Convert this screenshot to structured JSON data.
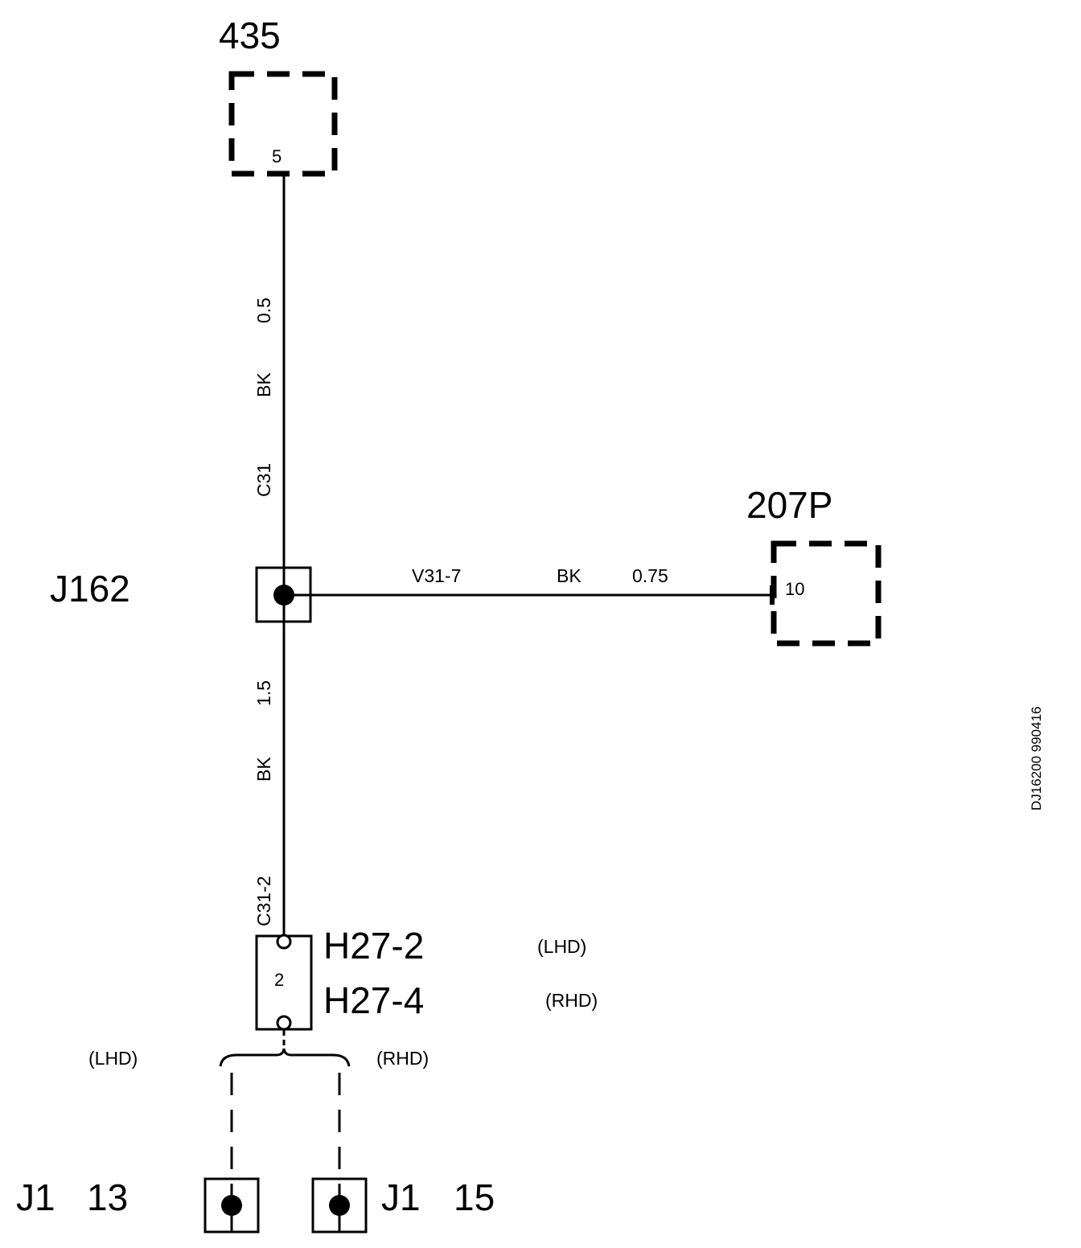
{
  "components": {
    "c435": {
      "label": "435",
      "pin": "5"
    },
    "c207p": {
      "label": "207P",
      "pin": "10"
    },
    "j162": {
      "label": "J162"
    },
    "h27": {
      "label_a": "H27-2",
      "label_b": "H27-4",
      "pin": "2",
      "tag_a": "(LHD)",
      "tag_b": "(RHD)"
    },
    "j1_left": {
      "label": "J1",
      "pin": "13"
    },
    "j1_right": {
      "label": "J1",
      "pin": "15"
    }
  },
  "wires": {
    "top": {
      "circuit": "C31",
      "color": "BK",
      "size": "0.5"
    },
    "right": {
      "circuit": "V31-7",
      "color": "BK",
      "size": "0.75"
    },
    "bottom": {
      "circuit": "C31-2",
      "color": "BK",
      "size": "1.5"
    }
  },
  "branch": {
    "left_tag": "(LHD)",
    "right_tag": "(RHD)"
  },
  "drawing_id": "DJ16200 990416"
}
